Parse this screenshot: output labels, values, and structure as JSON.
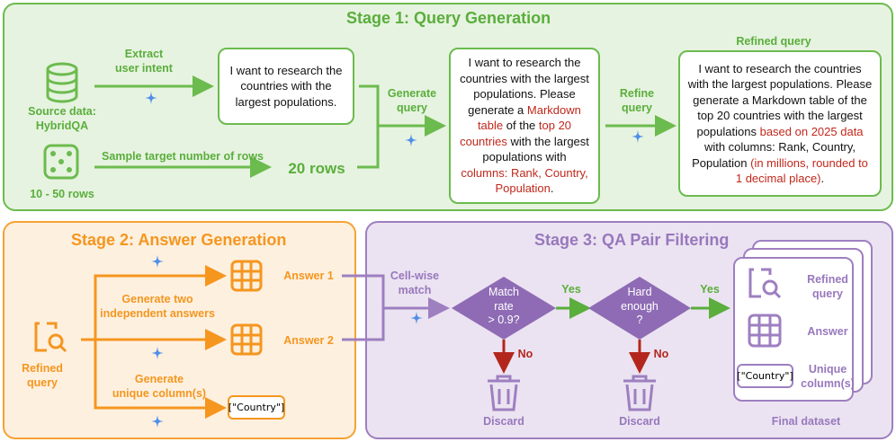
{
  "stage1": {
    "title": "Stage 1: Query Generation",
    "extract_label": "Extract\nuser intent",
    "source_label": "Source data:\nHybridQA",
    "rows_range_label": "10 - 50 rows",
    "sample_label": "Sample target number of rows",
    "rows_value": "20 rows",
    "generate_label": "Generate\nquery",
    "refine_label": "Refine\nquery",
    "refined_title": "Refined query",
    "intent_text": "I want to research the countries with the largest populations.",
    "query_text": [
      {
        "t": "I want to research the countries with the largest populations. Please generate a ",
        "red": false
      },
      {
        "t": "Markdown table",
        "red": true
      },
      {
        "t": " of the ",
        "red": false
      },
      {
        "t": "top 20 countries",
        "red": true
      },
      {
        "t": " with the largest populations with ",
        "red": false
      },
      {
        "t": "columns: Rank, Country, Population",
        "red": true
      },
      {
        "t": ".",
        "red": false
      }
    ],
    "refined_text": [
      {
        "t": "I want to research the countries with the largest populations. Please generate a Markdown table of the top 20 countries with the largest populations ",
        "red": false
      },
      {
        "t": "based on 2025 data",
        "red": true
      },
      {
        "t": " with columns: Rank, Country, Population ",
        "red": false
      },
      {
        "t": "(in millions, rounded to 1 decimal place)",
        "red": true
      },
      {
        "t": ".",
        "red": false
      }
    ]
  },
  "stage2": {
    "title": "Stage 2: Answer Generation",
    "refined_query_label": "Refined\nquery",
    "gen_two_label": "Generate two\nindependent answers",
    "gen_unique_label": "Generate\nunique column(s)",
    "answer1": "Answer 1",
    "answer2": "Answer 2",
    "country_chip": "[\"Country\"]"
  },
  "stage3": {
    "title": "Stage 3: QA Pair Filtering",
    "cellwise_label": "Cell-wise\nmatch",
    "match_diamond": "Match\nrate\n> 0.9?",
    "hard_diamond": "Hard\nenough\n?",
    "yes1": "Yes",
    "yes2": "Yes",
    "no1": "No",
    "no2": "No",
    "discard1": "Discard",
    "discard2": "Discard",
    "refined_query_label": "Refined\nquery",
    "answer_label": "Answer",
    "unique_label": "Unique\ncolumn(s)",
    "country_chip": "[\"Country\"]",
    "final_label": "Final dataset"
  },
  "colors": {
    "green": "#6cbb4e",
    "orange": "#f5961f",
    "purple": "#9e7fc0",
    "red": "#c0281c",
    "stage1_bg": "#e6f3e0",
    "stage2_bg": "#fdf0df",
    "stage3_bg": "#ebe3f1"
  },
  "icons": [
    "database-icon",
    "dice-icon",
    "sparkle-icon",
    "search-document-icon",
    "table-icon",
    "trash-icon"
  ]
}
